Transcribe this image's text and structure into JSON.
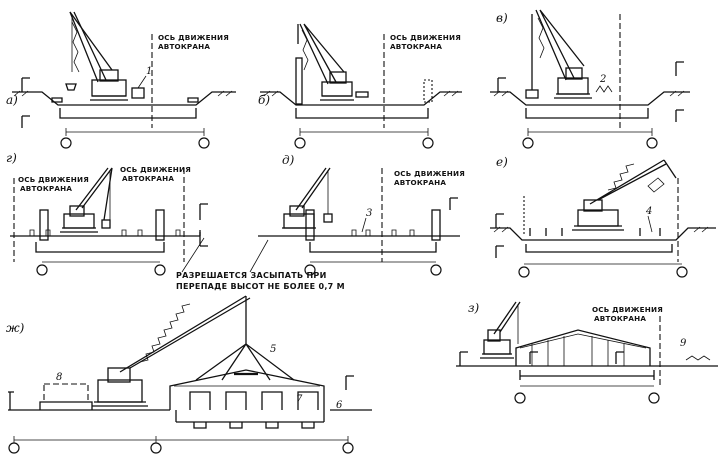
{
  "panels": {
    "a": "а)",
    "b": "б)",
    "v": "в)",
    "g": "г)",
    "d": "д)",
    "e": "е)",
    "zh": "ж)",
    "z": "з)"
  },
  "axis_label": {
    "line1": "ОСЬ ДВИЖЕНИЯ",
    "line2": "АВТОКРАНА"
  },
  "backfill_note": {
    "line1": "РАЗРЕШАЕТСЯ ЗАСЫПАТЬ ПРИ",
    "line2": "ПЕРЕПАДЕ ВЫСОТ НЕ БОЛЕЕ 0,7 М"
  },
  "callouts": {
    "n1": "1",
    "n2": "2",
    "n3": "3",
    "n4": "4",
    "n5": "5",
    "n6": "6",
    "n7": "7",
    "n8": "8",
    "n9": "9"
  }
}
